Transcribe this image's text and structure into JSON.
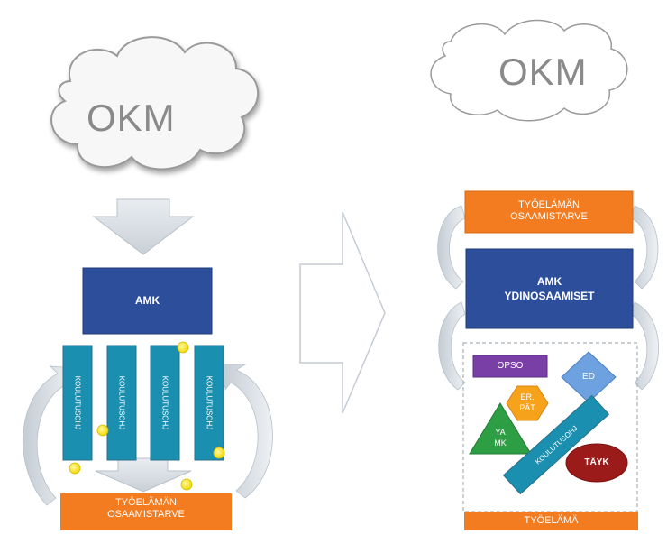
{
  "left": {
    "cloud_label": "OKM",
    "amk_label": "AMK",
    "programs": [
      "KOULUTUSOHJ",
      "KOULUTUSOHJ",
      "KOULUTUSOHJ",
      "KOULUTUSOHJ"
    ],
    "bottom_box": [
      "TYÖELÄMÄN",
      "OSAAMISTARVE"
    ]
  },
  "right": {
    "cloud_label": "OKM",
    "top_box": [
      "TYÖELÄMÄN",
      "OSAAMISTARVE"
    ],
    "amk_box": [
      "AMK",
      "YDINOSAAMISET"
    ],
    "shapes": {
      "opso": "OPSO",
      "ed": "ED",
      "erpat": [
        "ER.",
        "PÄT"
      ],
      "yamk": [
        "YA",
        "MK"
      ],
      "program": "KOULUTUSOHJ",
      "tayk": "TÄYK"
    },
    "bottom_label": "TYÖELÄMÄ"
  },
  "colors": {
    "orange": "#f47c20",
    "navy": "#2d4f9b",
    "teal": "#1a8fb0",
    "purple": "#7a3fa6",
    "green": "#2e9e44",
    "maroon": "#9b1b1b",
    "yellow": "#f7e000",
    "grey_arrow": "#d6dce2"
  }
}
